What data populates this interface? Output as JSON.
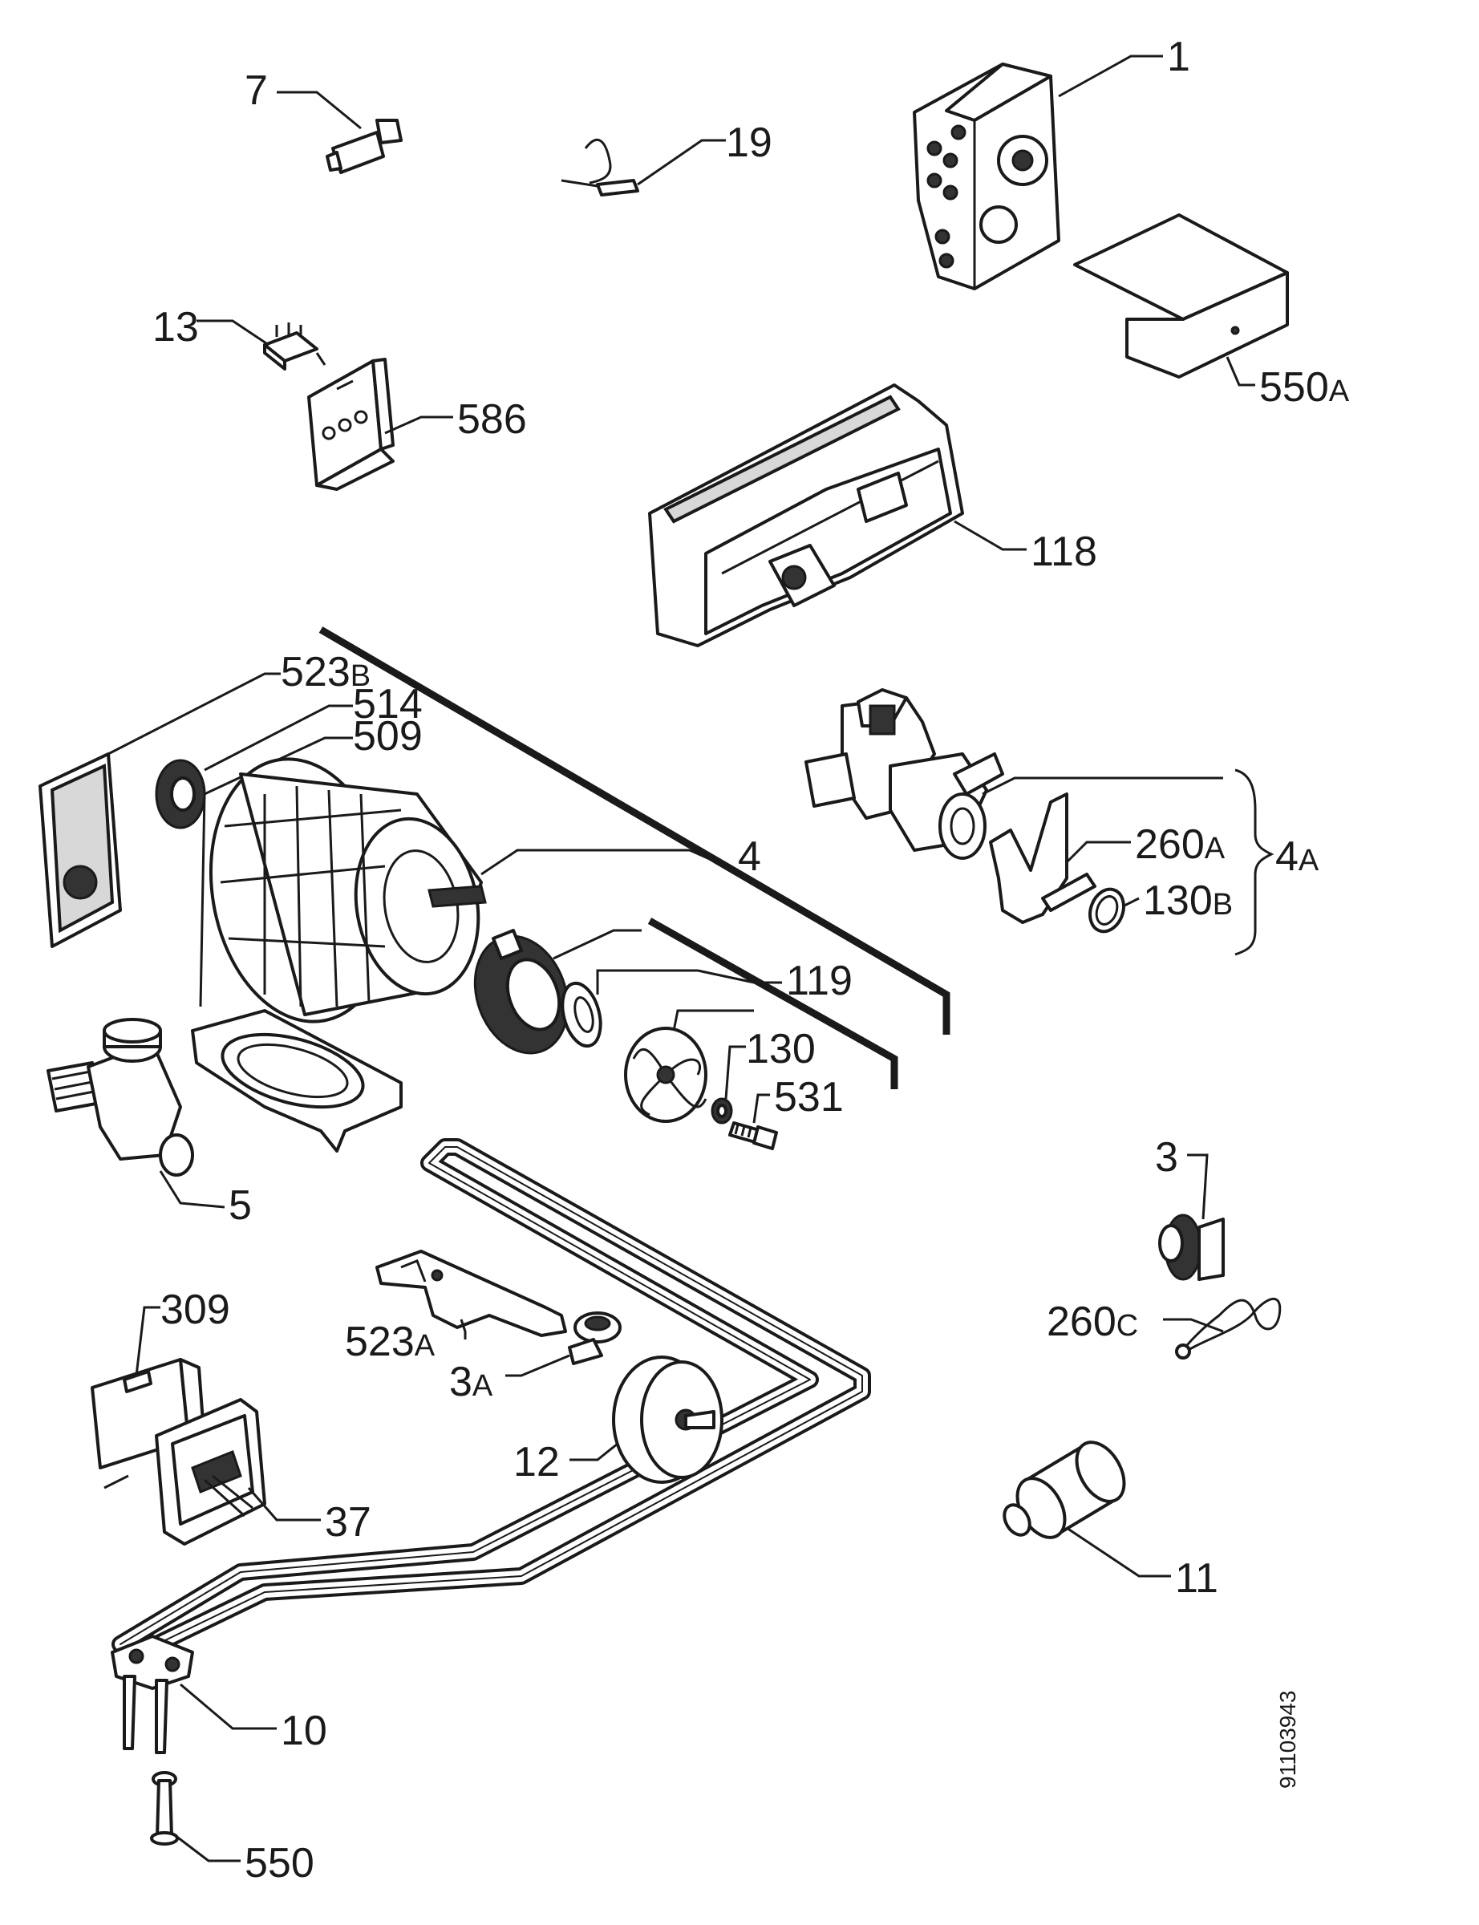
{
  "labels": {
    "p1": "1",
    "p7": "7",
    "p19": "19",
    "p13": "13",
    "p586": "586",
    "p550a": "550",
    "p550a_suffix": "A",
    "p118": "118",
    "p523b": "523",
    "p523b_suffix": "B",
    "p514": "514",
    "p509": "509",
    "p4": "4",
    "p119": "119",
    "p130": "130",
    "p531": "531",
    "p260a": "260",
    "p260a_suffix": "A",
    "p130b": "130",
    "p130b_suffix": "B",
    "p4a": "4",
    "p4a_suffix": "A",
    "p5": "5",
    "p3": "3",
    "p260c": "260",
    "p260c_suffix": "C",
    "p309": "309",
    "p523a": "523",
    "p523a_suffix": "A",
    "p3a": "3",
    "p3a_suffix": "A",
    "p12": "12",
    "p37": "37",
    "p11": "11",
    "p10": "10",
    "p550": "550"
  },
  "drawing_number": "91103943"
}
